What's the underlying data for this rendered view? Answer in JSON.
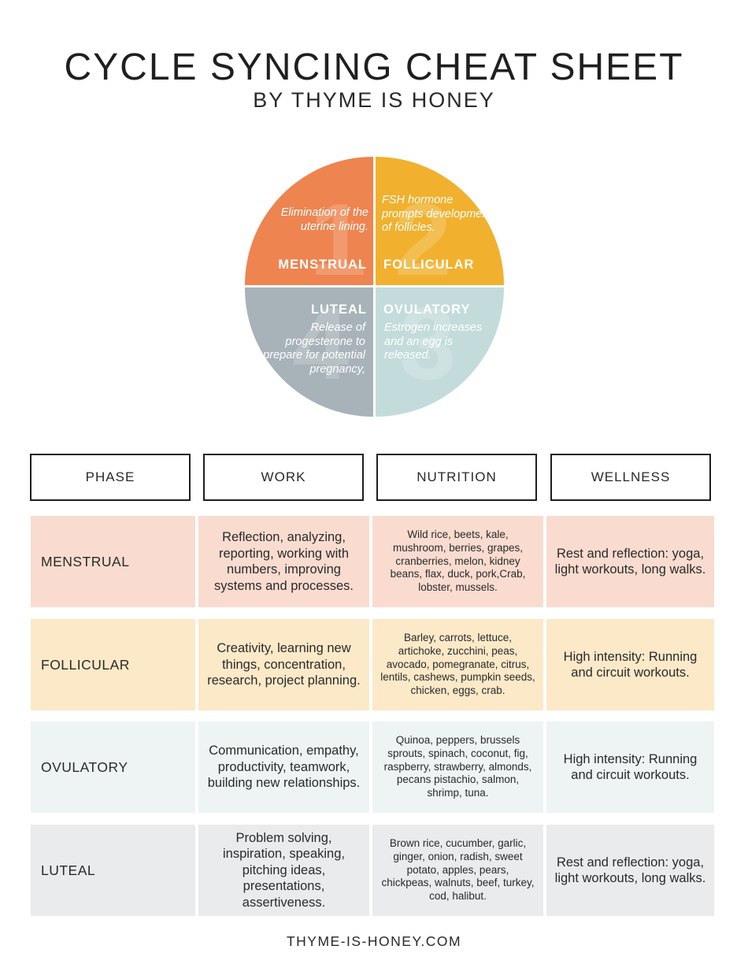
{
  "header": {
    "title": "CYCLE SYNCING CHEAT SHEET",
    "subtitle": "BY THYME IS HONEY"
  },
  "wheel": {
    "quadrants": [
      {
        "number": "1",
        "name": "MENSTRUAL",
        "description": "Elimination of the uterine lining.",
        "color": "#ee8450"
      },
      {
        "number": "2",
        "name": "FOLLICULAR",
        "description": "FSH hormone prompts development of follicles.",
        "color": "#f1b12e"
      },
      {
        "number": "3",
        "name": "OVULATORY",
        "description": "Estrogen increases and an egg is released.",
        "color": "#c3dcdb"
      },
      {
        "number": "4",
        "name": "LUTEAL",
        "description": "Release of progesterone to prepare for potential pregnancy,",
        "color": "#a8b2b9"
      }
    ]
  },
  "table": {
    "headers": [
      "PHASE",
      "WORK",
      "NUTRITION",
      "WELLNESS"
    ],
    "rows": [
      {
        "phase": "MENSTRUAL",
        "work": "Reflection, analyzing, reporting, working with numbers, improving systems and processes.",
        "nutrition": "Wild rice, beets, kale, mushroom, berries, grapes, cranberries, melon, kidney beans, flax, duck, pork,Crab, lobster, mussels.",
        "wellness": "Rest and reflection: yoga, light workouts, long walks.",
        "color": "#f9dccf"
      },
      {
        "phase": "FOLLICULAR",
        "work": "Creativity, learning new things, concentration, research, project planning.",
        "nutrition": "Barley, carrots, lettuce, artichoke, zucchini, peas, avocado, pomegranate, citrus, lentils, cashews, pumpkin seeds, chicken, eggs, crab.",
        "wellness": "High intensity: Running and circuit workouts.",
        "color": "#fbe9c8"
      },
      {
        "phase": "OVULATORY",
        "work": "Communication, empathy, productivity, teamwork, building new relationships.",
        "nutrition": "Quinoa, peppers, brussels sprouts, spinach, coconut, fig, raspberry, strawberry, almonds, pecans pistachio, salmon, shrimp, tuna.",
        "wellness": "High intensity: Running and circuit workouts.",
        "color": "#eef4f3"
      },
      {
        "phase": "LUTEAL",
        "work": "Problem solving, inspiration, speaking, pitching ideas, presentations, assertiveness.",
        "nutrition": "Brown rice, cucumber, garlic, ginger, onion, radish, sweet potato, apples,  pears, chickpeas, walnuts, beef, turkey, cod, halibut.",
        "wellness": "Rest and reflection: yoga, light workouts, long walks.",
        "color": "#e9ebec"
      }
    ]
  },
  "footer": {
    "url": "THYME-IS-HONEY.COM"
  }
}
